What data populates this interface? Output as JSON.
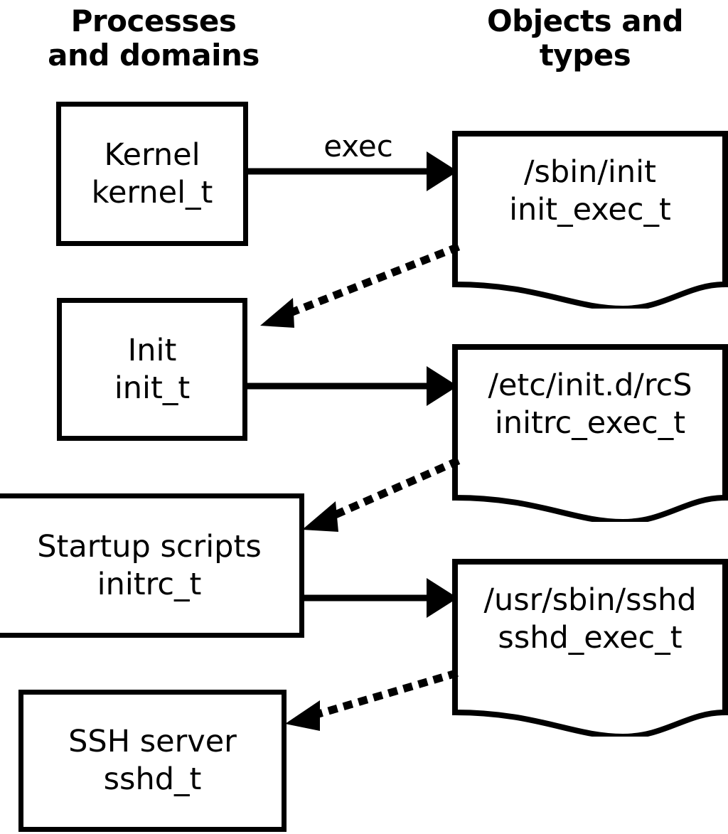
{
  "headers": {
    "left": "Processes\nand domains",
    "right": "Objects and\ntypes"
  },
  "processes": [
    {
      "id": "kernel",
      "name": "Kernel",
      "type": "kernel_t",
      "label": "Kernel\nkernel_t"
    },
    {
      "id": "init",
      "name": "Init",
      "type": "init_t",
      "label": "Init\ninit_t"
    },
    {
      "id": "initrc",
      "name": "Startup scripts",
      "type": "initrc_t",
      "label": "Startup scripts\ninitrc_t"
    },
    {
      "id": "sshd",
      "name": "SSH server",
      "type": "sshd_t",
      "label": "SSH server\nsshd_t"
    }
  ],
  "objects": [
    {
      "id": "init_exec",
      "path": "/sbin/init",
      "type": "init_exec_t",
      "label": "/sbin/init\ninit_exec_t"
    },
    {
      "id": "initrc_exec",
      "path": "/etc/init.d/rcS",
      "type": "initrc_exec_t",
      "label": "/etc/init.d/rcS\ninitrc_exec_t"
    },
    {
      "id": "sshd_exec",
      "path": "/usr/sbin/sshd",
      "type": "sshd_exec_t",
      "label": "/usr/sbin/sshd\nsshd_exec_t"
    }
  ],
  "edges": [
    {
      "id": "kernel-exec-init_exec",
      "from": "kernel",
      "to": "init_exec",
      "style": "solid",
      "label": "exec"
    },
    {
      "id": "init_exec-transition-init",
      "from": "init_exec",
      "to": "init",
      "style": "dotted",
      "label": ""
    },
    {
      "id": "init-exec-initrc_exec",
      "from": "init",
      "to": "initrc_exec",
      "style": "solid",
      "label": ""
    },
    {
      "id": "initrc_exec-transition-initrc",
      "from": "initrc_exec",
      "to": "initrc",
      "style": "dotted",
      "label": ""
    },
    {
      "id": "initrc-exec-sshd_exec",
      "from": "initrc",
      "to": "sshd_exec",
      "style": "solid",
      "label": ""
    },
    {
      "id": "sshd_exec-transition-sshd",
      "from": "sshd_exec",
      "to": "sshd",
      "style": "dotted",
      "label": ""
    }
  ],
  "colors": {
    "stroke": "#000000",
    "background": "#ffffff"
  }
}
